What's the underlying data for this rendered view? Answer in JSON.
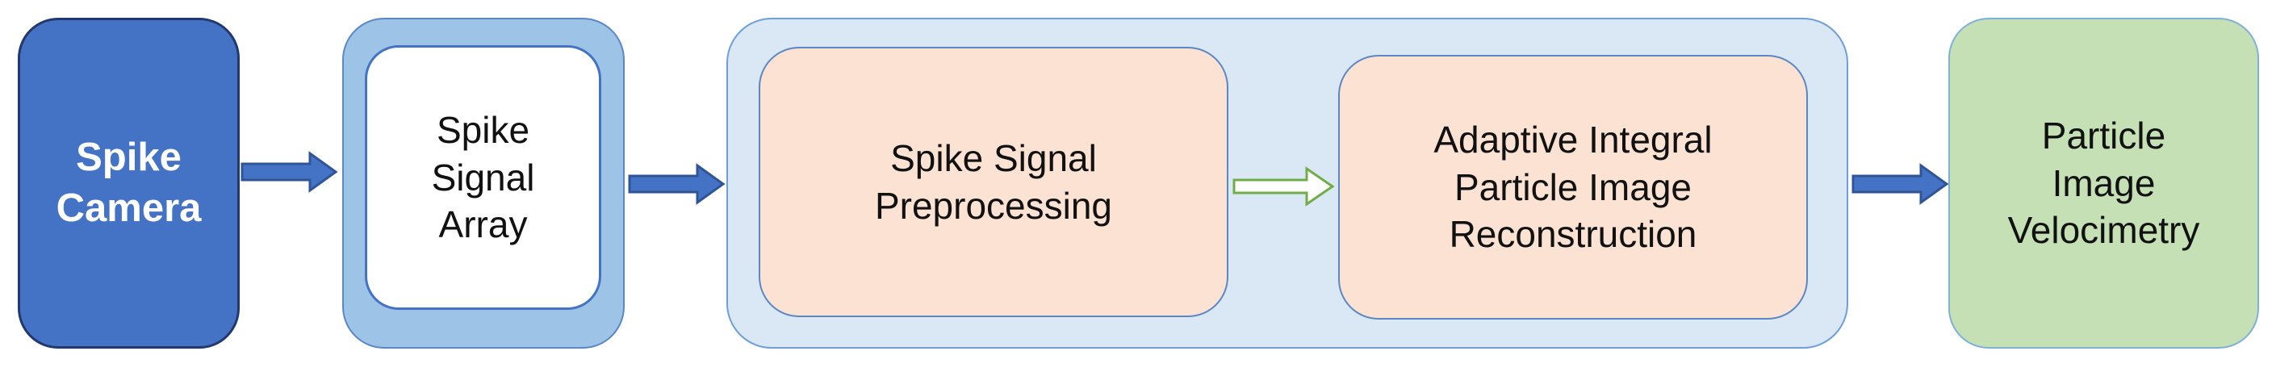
{
  "colors": {
    "camera_fill": "#4472c4",
    "array_outer_fill": "#9dc3e6",
    "group_fill": "#dae8f6",
    "process_fill": "#fbe2d3",
    "piv_fill": "#c5e0b4",
    "arrow_fill": "#4472c4",
    "inner_arrow_stroke": "#70ad47"
  },
  "nodes": {
    "camera": "Spike\nCamera",
    "array": "Spike\nSignal\nArray",
    "preprocessing": "Spike Signal\nPreprocessing",
    "reconstruction": "Adaptive Integral\nParticle Image\nReconstruction",
    "piv": "Particle\nImage\nVelocimetry"
  },
  "edges": [
    {
      "from": "camera",
      "to": "array",
      "style": "solid-blue"
    },
    {
      "from": "array",
      "to": "preprocessing",
      "style": "solid-blue"
    },
    {
      "from": "preprocessing",
      "to": "reconstruction",
      "style": "outline-green"
    },
    {
      "from": "reconstruction",
      "to": "piv",
      "style": "solid-blue"
    }
  ]
}
